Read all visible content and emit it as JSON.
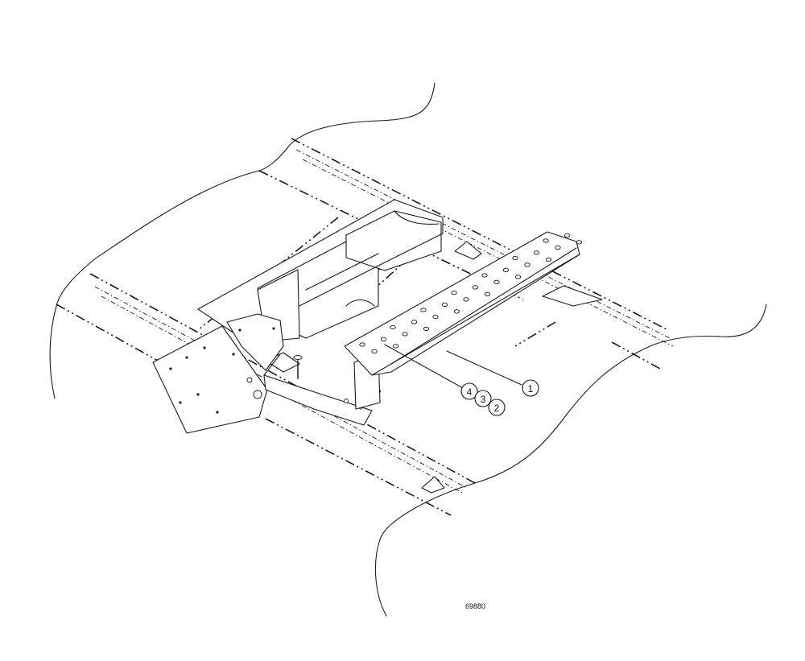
{
  "diagram": {
    "callouts": [
      {
        "id": "callout-1",
        "label": "1"
      },
      {
        "id": "callout-2",
        "label": "2"
      },
      {
        "id": "callout-3",
        "label": "3"
      },
      {
        "id": "callout-4",
        "label": "4"
      }
    ],
    "drawing_number": "69880"
  },
  "colors": {
    "line": "#1a1a1a",
    "background": "#ffffff"
  }
}
